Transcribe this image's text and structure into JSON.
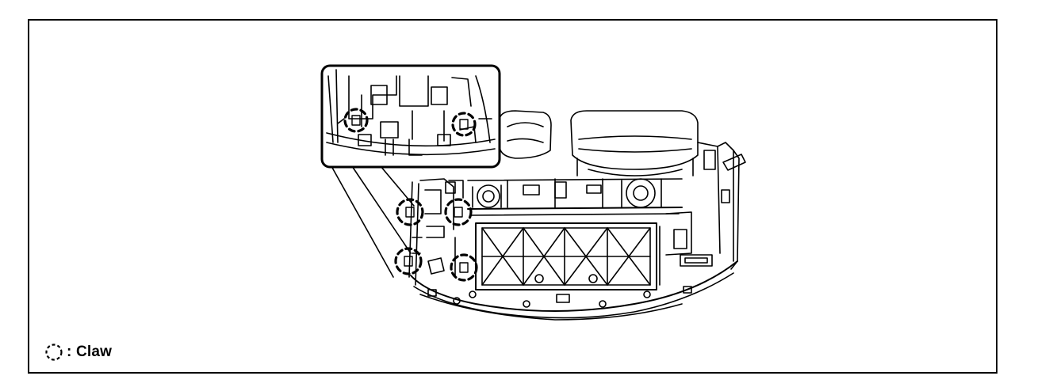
{
  "legend": {
    "symbol": "dashed-circle-icon",
    "text": ": Claw"
  },
  "claw_marks": {
    "detail_count": 2,
    "main_count": 4
  },
  "colors": {
    "line": "#000000",
    "background": "#ffffff"
  }
}
